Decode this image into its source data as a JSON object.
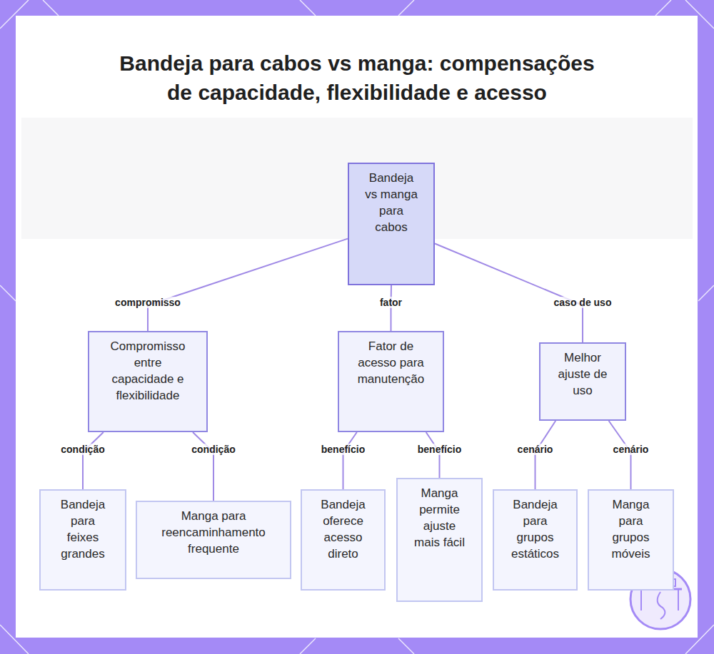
{
  "diagram": {
    "title": "Bandeja para cabos vs manga: compensações de capacidade, flexibilidade e acesso",
    "nodes": [
      {
        "text": [
          "Bandeja vs manga para cabos"
        ]
      },
      {
        "text": [
          "Compromisso entre capacidade e flexibilidade"
        ]
      },
      {
        "text": [
          "Fator de acesso para manutenção"
        ]
      },
      {
        "text": [
          "Melhor ajuste de uso"
        ]
      },
      {
        "text": [
          "Bandeja para feixes grandes"
        ]
      },
      {
        "text": [
          "Manga para reencaminhamento frequente"
        ]
      },
      {
        "text": [
          "Bandeja oferece acesso direto"
        ]
      },
      {
        "text": [
          "Manga permite ajuste mais fácil"
        ]
      },
      {
        "text": [
          "Bandeja para grupos estáticos"
        ]
      },
      {
        "text": [
          "Manga para grupos móveis"
        ]
      }
    ],
    "edges": [
      {
        "from": 0,
        "to": 1,
        "label": "compromisso",
        "arrow": "none"
      },
      {
        "from": 0,
        "to": 2,
        "label": "fator",
        "arrow": "none"
      },
      {
        "from": 0,
        "to": 3,
        "label": "caso de uso",
        "arrow": "none"
      },
      {
        "from": 1,
        "to": 4,
        "label": "condição",
        "arrow": "none"
      },
      {
        "from": 1,
        "to": 5,
        "label": "condição",
        "arrow": "none"
      },
      {
        "from": 2,
        "to": 6,
        "label": "benefício",
        "arrow": "none"
      },
      {
        "from": 2,
        "to": 7,
        "label": "benefício",
        "arrow": "none"
      },
      {
        "from": 3,
        "to": 8,
        "label": "cenário",
        "arrow": "none"
      },
      {
        "from": 3,
        "to": 9,
        "label": "cenário",
        "arrow": "none"
      }
    ]
  }
}
